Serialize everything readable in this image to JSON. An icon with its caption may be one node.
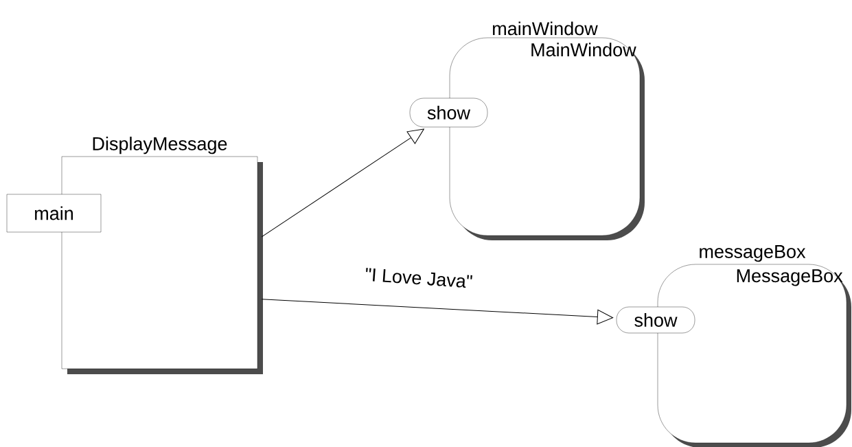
{
  "diagram": {
    "nodes": [
      {
        "text": [
          "DisplayMessage"
        ]
      },
      {
        "text": [
          "main"
        ]
      },
      {
        "text": [
          "mainWindow",
          "MainWindow"
        ]
      },
      {
        "text": [
          "show"
        ]
      },
      {
        "text": [
          "messageBox",
          "MessageBox"
        ]
      },
      {
        "text": [
          "show"
        ]
      }
    ],
    "edges": [
      {
        "from": 0,
        "to": 3,
        "arrow": "to"
      },
      {
        "from": 0,
        "to": 5,
        "arrow": "to",
        "label": "\"I Love Java\""
      }
    ]
  }
}
